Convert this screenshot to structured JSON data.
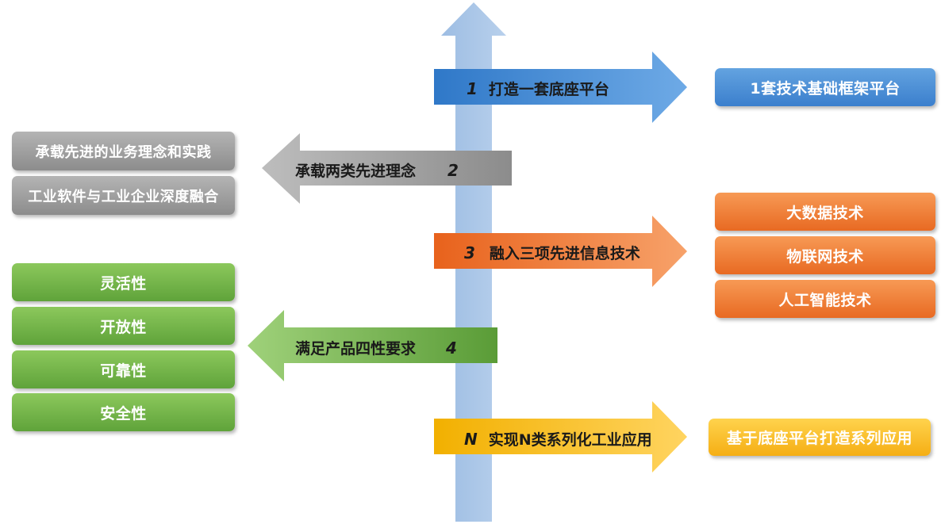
{
  "colors": {
    "axis": "#a7c4e6",
    "blue": "#4a8fd8",
    "gray": "#9e9e9e",
    "orange": "#ef7a30",
    "green": "#72b548",
    "yellow": "#f9c020"
  },
  "rows": [
    {
      "num": "1",
      "label": "打造一套底座平台",
      "boxes": [
        "1套技术基础框架平台"
      ]
    },
    {
      "num": "2",
      "label": "承载两类先进理念",
      "boxes": [
        "承载先进的业务理念和实践",
        "工业软件与工业企业深度融合"
      ]
    },
    {
      "num": "3",
      "label": "融入三项先进信息技术",
      "boxes": [
        "大数据技术",
        "物联网技术",
        "人工智能技术"
      ]
    },
    {
      "num": "4",
      "label": "满足产品四性要求",
      "boxes": [
        "灵活性",
        "开放性",
        "可靠性",
        "安全性"
      ]
    },
    {
      "num": "N",
      "label": "实现N类系列化工业应用",
      "boxes": [
        "基于底座平台打造系列应用"
      ]
    }
  ]
}
